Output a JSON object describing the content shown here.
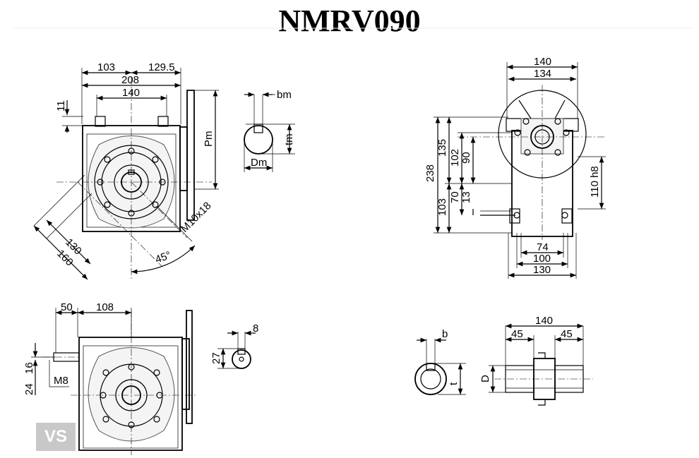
{
  "title": "NMRV090",
  "badge": "VS",
  "front_view": {
    "dims": {
      "left_offset": "103",
      "right_offset": "129.5",
      "overall_width": "208",
      "bolt_span": "140",
      "flange_height": "11",
      "pm": "Pm",
      "diag_130": "130",
      "diag_160": "160",
      "thread": "M10x18",
      "angle": "45°"
    }
  },
  "shaft_key_top": {
    "bm": "bm",
    "tm": "tm",
    "dm": "Dm"
  },
  "side_view": {
    "dims": {
      "w140": "140",
      "w134": "134",
      "h238": "238",
      "h135": "135",
      "h102": "102",
      "h90": "90",
      "h103": "103",
      "h70": "70",
      "h13": "13",
      "shaft_dia": "110 h8",
      "b74": "74",
      "b100": "100",
      "b130": "130"
    }
  },
  "bottom_view": {
    "dims": {
      "d50": "50",
      "d108": "108",
      "d24": "24",
      "d16": "16",
      "thread": "M8"
    }
  },
  "small_key": {
    "width": "8",
    "height": "27"
  },
  "hollow_key": {
    "b": "b",
    "t": "t"
  },
  "hollow_shaft": {
    "length": "140",
    "left": "45",
    "right": "45",
    "dia": "D"
  }
}
